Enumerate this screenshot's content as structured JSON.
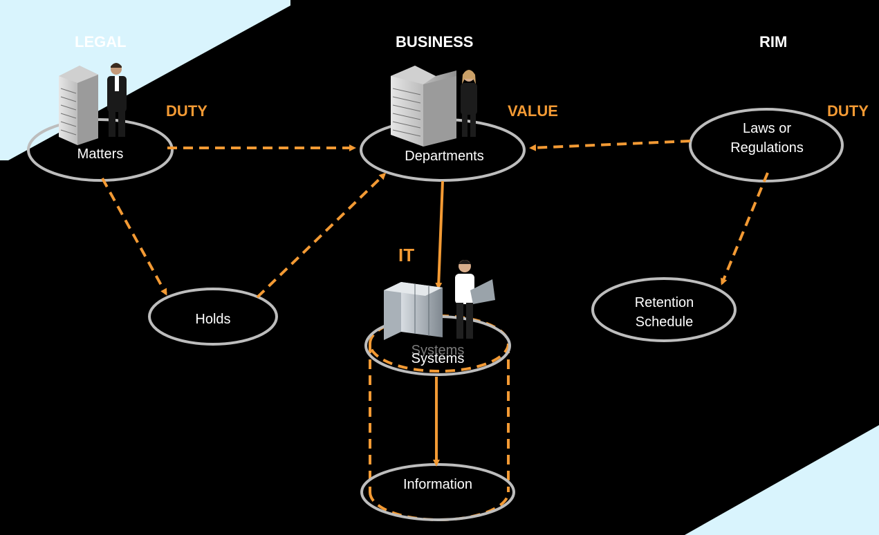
{
  "colors": {
    "background": "#000000",
    "accent": "#f39a34",
    "node_stroke": "#bdbdbd",
    "corner_fill": "#d9f4fd"
  },
  "headers": {
    "legal": "LEGAL",
    "business": "BUSINESS",
    "rim": "RIM",
    "it": "IT"
  },
  "annotations": {
    "duty_left": "DUTY",
    "value": "VALUE",
    "duty_right": "DUTY"
  },
  "nodes": {
    "matters": "Matters",
    "departments": "Departments",
    "laws_line1": "Laws or",
    "laws_line2": "Regulations",
    "holds": "Holds",
    "systems": "Systems",
    "systems_shadow": "Systems",
    "retention_line1": "Retention",
    "retention_line2": "Schedule",
    "information": "Information"
  },
  "icons": [
    "office-building-icon",
    "businessman-icon",
    "businesswoman-icon",
    "server-rack-icon",
    "it-worker-laptop-icon"
  ]
}
